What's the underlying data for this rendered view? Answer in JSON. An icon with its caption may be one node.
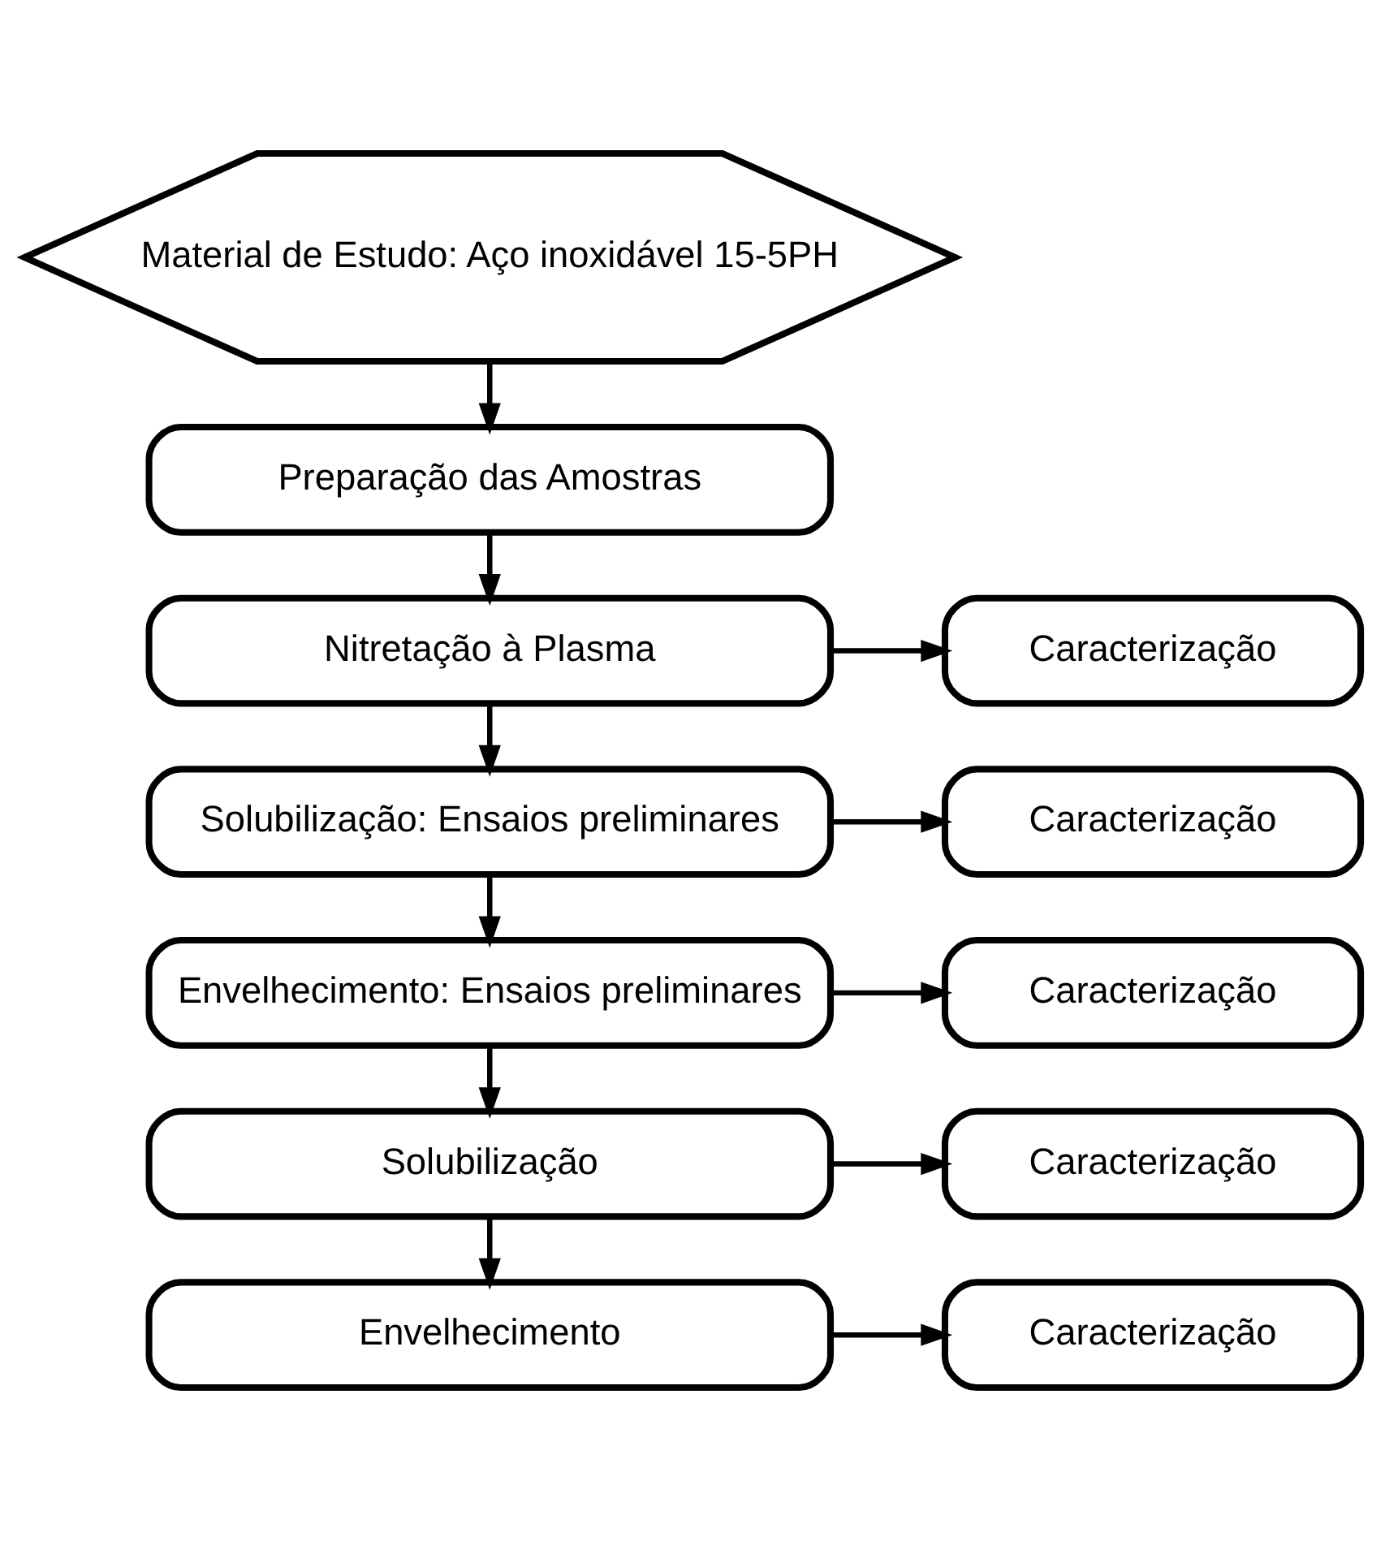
{
  "diagram": {
    "nodes": [
      {
        "text": [
          "Material de Estudo: Aço inoxidável 15-5PH"
        ]
      },
      {
        "text": [
          "Preparação das Amostras"
        ]
      },
      {
        "text": [
          "Nitretação à Plasma"
        ]
      },
      {
        "text": [
          "Caracterização"
        ]
      },
      {
        "text": [
          "Solubilização: Ensaios preliminares"
        ]
      },
      {
        "text": [
          "Caracterização"
        ]
      },
      {
        "text": [
          "Envelhecimento: Ensaios preliminares"
        ]
      },
      {
        "text": [
          "Caracterização"
        ]
      },
      {
        "text": [
          "Solubilização"
        ]
      },
      {
        "text": [
          "Caracterização"
        ]
      },
      {
        "text": [
          "Envelhecimento"
        ]
      },
      {
        "text": [
          "Caracterização"
        ]
      }
    ],
    "edges": [
      {
        "from": 0,
        "to": 1,
        "arrow": "to"
      },
      {
        "from": 1,
        "to": 2,
        "arrow": "to"
      },
      {
        "from": 2,
        "to": 3,
        "arrow": "to"
      },
      {
        "from": 2,
        "to": 4,
        "arrow": "to"
      },
      {
        "from": 4,
        "to": 5,
        "arrow": "to"
      },
      {
        "from": 4,
        "to": 6,
        "arrow": "to"
      },
      {
        "from": 6,
        "to": 7,
        "arrow": "to"
      },
      {
        "from": 6,
        "to": 8,
        "arrow": "to"
      },
      {
        "from": 8,
        "to": 9,
        "arrow": "to"
      },
      {
        "from": 8,
        "to": 10,
        "arrow": "to"
      },
      {
        "from": 10,
        "to": 11,
        "arrow": "to"
      }
    ]
  }
}
